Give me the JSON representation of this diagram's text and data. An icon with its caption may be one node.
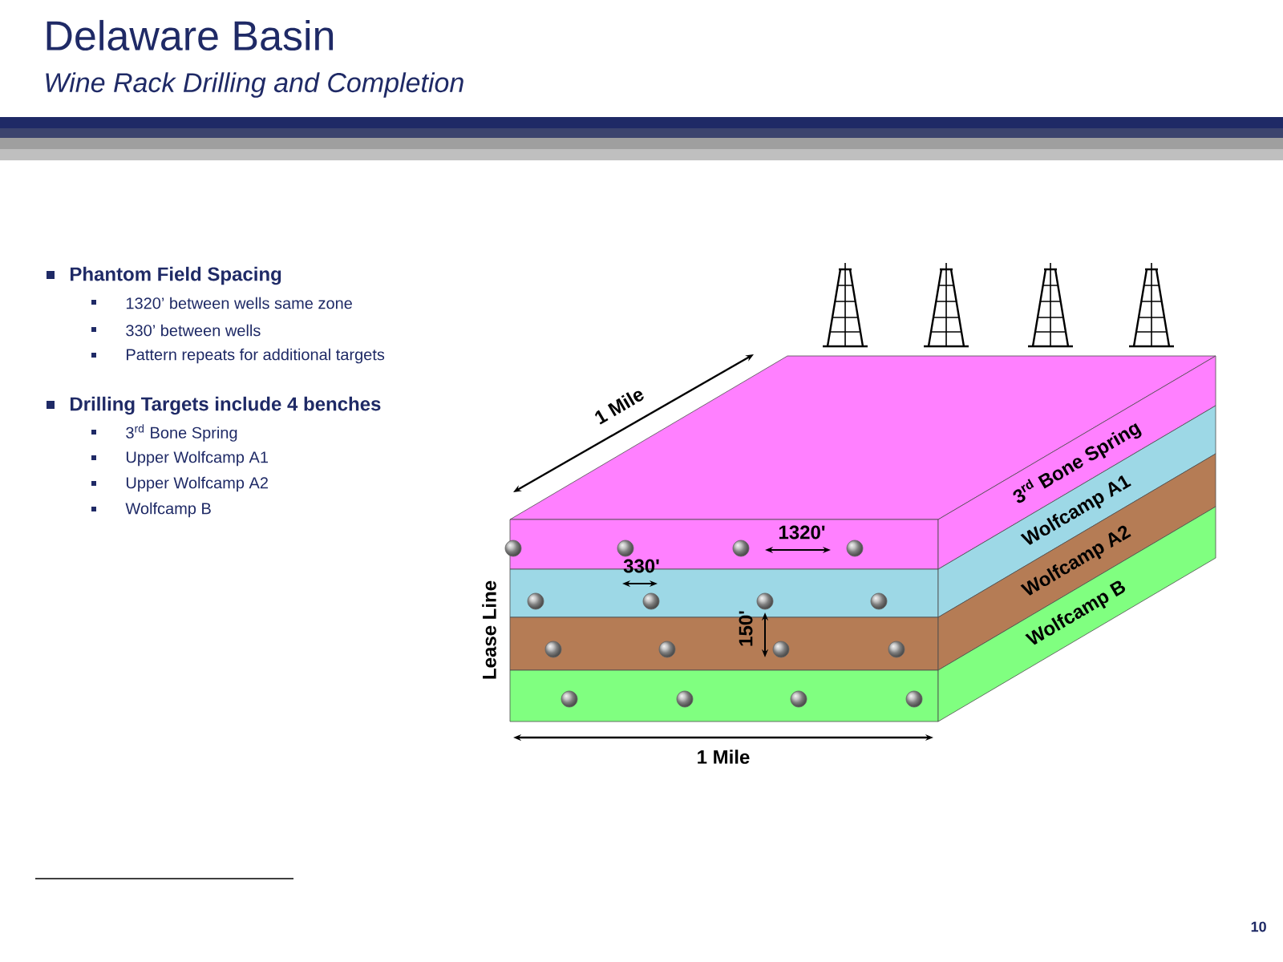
{
  "diagram": {
    "title": "Delaware Basin",
    "nodes": [
      {
        "text": [
          "3$^{rd}$ Bone Spring"
        ]
      },
      {
        "text": [
          "Wolfcamp A1"
        ]
      },
      {
        "text": [
          "Wolfcamp A2"
        ]
      },
      {
        "text": [
          "Wolfcamp B"
        ]
      }
    ],
    "labels": [
      "Wine Rack Drilling and Completion",
      "Phantom Field Spacing",
      "1320’ between wells same zone",
      "330’ between wells",
      "Pattern repeats for additional targets",
      "Drilling Targets include 4 benches",
      "3$^{rd}$ Bone Spring",
      "Upper Wolfcamp A1",
      "Upper Wolfcamp A2",
      "Wolfcamp B",
      "1 Mile",
      "1320'",
      "330'",
      "150'",
      "Lease Line",
      "1 Mile",
      "10"
    ]
  }
}
